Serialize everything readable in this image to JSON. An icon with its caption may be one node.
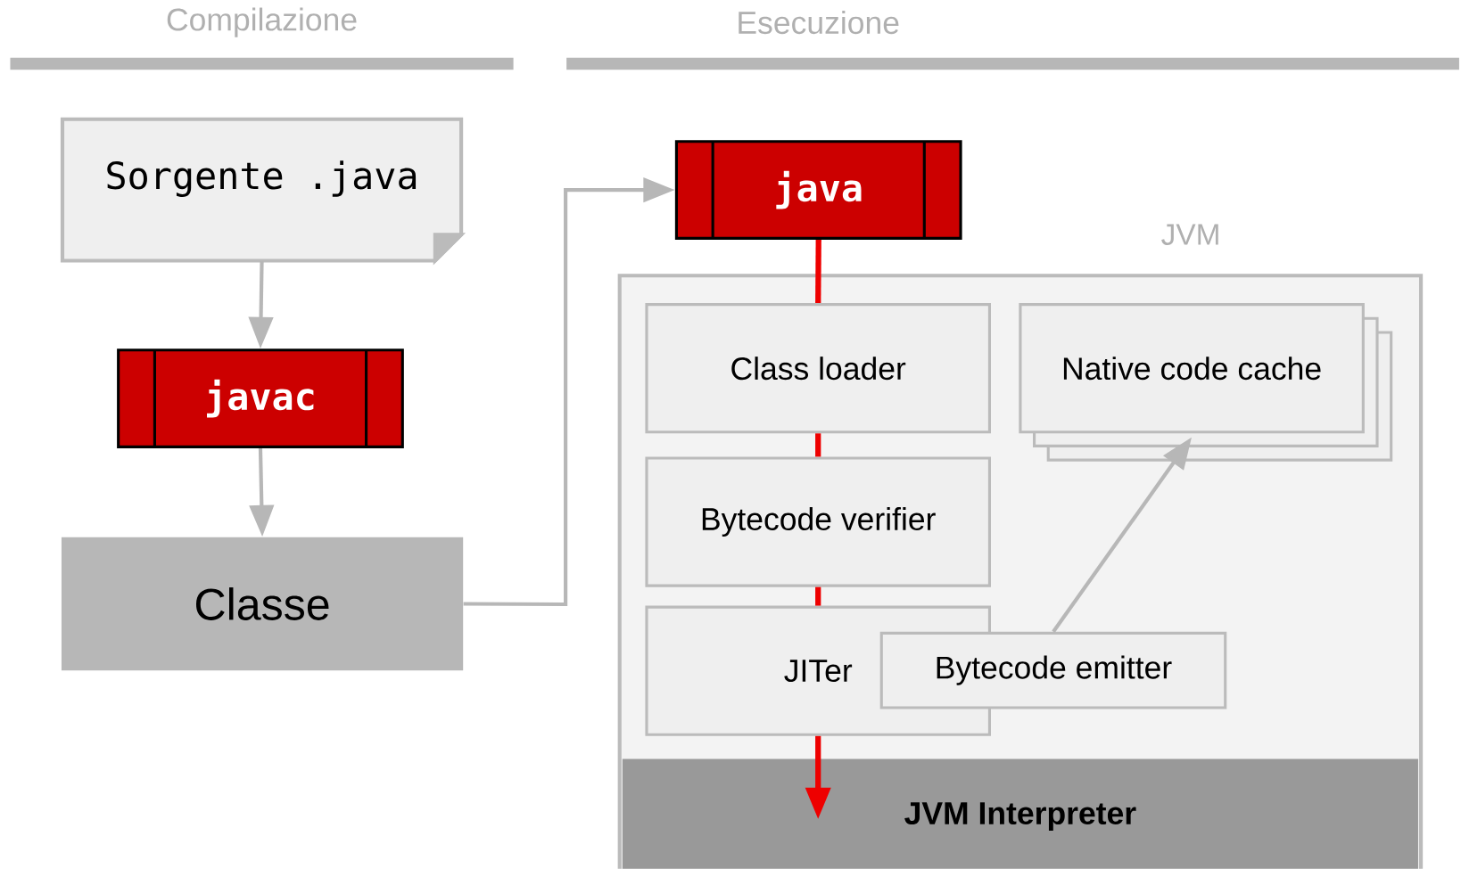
{
  "diagram": {
    "nodes": [
      {
        "text": [
          "Sorgente .java"
        ]
      },
      {
        "text": [
          "javac"
        ]
      },
      {
        "text": [
          "Classe"
        ]
      },
      {
        "text": [
          "java"
        ]
      },
      {
        "text": [
          "JVM"
        ]
      },
      {
        "text": [
          "Class loader"
        ],
        "in": 4
      },
      {
        "text": [
          "Native code cache"
        ],
        "in": 4
      },
      {
        "text": [
          "Bytecode verifier"
        ],
        "in": 4
      },
      {
        "text": [
          "JITer"
        ],
        "in": 4
      },
      {
        "text": [
          "Bytecode emitter"
        ],
        "in": 4
      },
      {
        "text": [
          "JVM Interpreter"
        ],
        "in": 4
      }
    ],
    "edges": [
      {
        "from": 0,
        "to": 1,
        "arrow": "to",
        "color": "#b7b7b7"
      },
      {
        "from": 1,
        "to": 2,
        "arrow": "to",
        "color": "#b7b7b7"
      },
      {
        "from": 2,
        "to": 3,
        "arrow": "to",
        "color": "#b7b7b7"
      },
      {
        "from": 3,
        "to": 5,
        "arrow": "none",
        "color": "#ee0000"
      },
      {
        "from": 5,
        "to": 7,
        "arrow": "none",
        "color": "#ee0000"
      },
      {
        "from": 7,
        "to": 8,
        "arrow": "none",
        "color": "#ee0000"
      },
      {
        "from": 8,
        "to": 10,
        "arrow": "to",
        "color": "#ee0000"
      },
      {
        "from": 9,
        "to": 6,
        "arrow": "to",
        "color": "#b7b7b7"
      }
    ],
    "labels": [
      "Compilazione",
      "Esecuzione"
    ]
  }
}
